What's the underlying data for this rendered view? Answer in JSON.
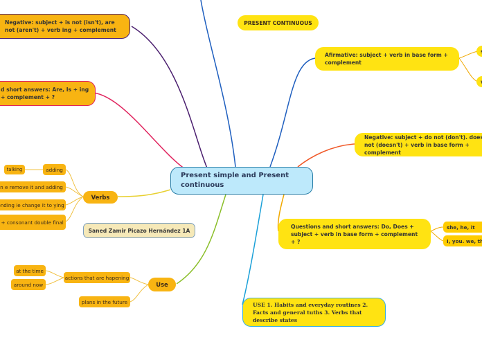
{
  "central": {
    "text": "Present simple and Present continuous"
  },
  "title": "PRESENT CONTINUOUS",
  "author": "Saned Zamir Picazo Hernández 1A",
  "branches": {
    "negative_continuous": "Negative: subject + is not (isn't), are not (aren't) + verb  ing + complement",
    "questions_continuous": "d short answers: Are, Is + ing + complement + ?",
    "affirmative": "Afirmative: subject + verb in base form  + complement",
    "affirmative_children": [
      "s",
      "v"
    ],
    "negative_simple": "Negative: subject + do not (don't). does not (doesn't) + verb in base form + complement",
    "questions_simple": "Questions and short answers: Do, Does + subject + verb in base form + complement + ?",
    "questions_children": [
      "she, he, it",
      "I, you. we, they"
    ],
    "use_simple": "USE 1. Habits and everyday routines 2. Facts and general tuths 3. Verbs that describe states",
    "verbs": {
      "label": "Verbs",
      "items": [
        "adding",
        "in e remove it and adding",
        "ending ie change it to ying",
        "l + consonant double final"
      ],
      "sub_label": "talking"
    },
    "use": {
      "label": "Use",
      "items": [
        "actions that are hapening",
        "plans in the future"
      ],
      "sub_items": [
        "at the time",
        "around now"
      ]
    }
  },
  "colors": {
    "central_fill": "#bde9fb",
    "central_border": "#2a7fa8",
    "yellow": "#ffe312",
    "orange": "#f8b412",
    "purple_line": "#4b1f6f",
    "red_line": "#e0245e",
    "blue_line": "#1f5fbf",
    "orange_line": "#f05a2a",
    "gold_line": "#f0a800",
    "cyan_line": "#1aa0d8",
    "green_line": "#8bbf2a"
  }
}
